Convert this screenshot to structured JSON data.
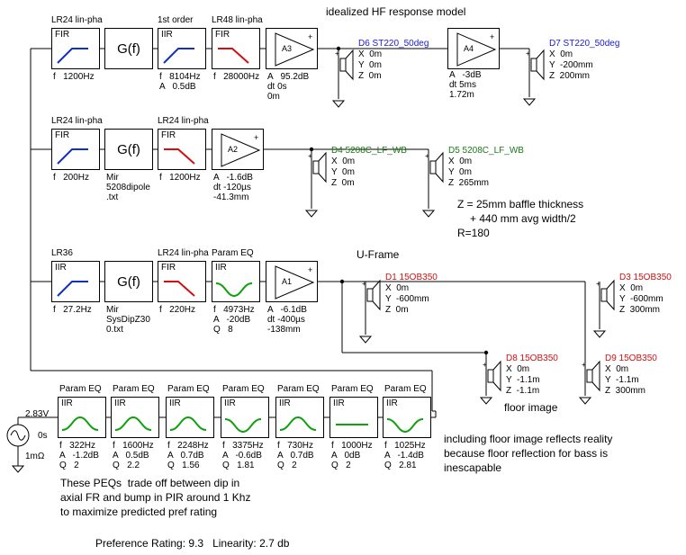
{
  "title": "idealized HF response model",
  "rows": [
    {
      "blocks": [
        {
          "header": "LR24 lin-pha",
          "tag": "FIR",
          "curve": "hp",
          "color": "#1030c0",
          "params": [
            "f   1200Hz"
          ]
        },
        {
          "header": "",
          "tag": "G(f)",
          "curve": "gf",
          "color": "#000",
          "params": []
        },
        {
          "header": "1st order",
          "tag": "IIR",
          "curve": "hp",
          "color": "#1030c0",
          "params": [
            "f   8104Hz",
            "A   0.5dB"
          ]
        },
        {
          "header": "LR48 lin-pha",
          "tag": "FIR",
          "curve": "lp",
          "color": "#d01010",
          "params": [
            "f   28000Hz"
          ]
        },
        {
          "header": "",
          "tag": "A3",
          "curve": "amp",
          "color": "#000",
          "params": [
            "A   95.2dB",
            "dt 0s",
            "0m"
          ]
        }
      ]
    },
    {
      "blocks": [
        {
          "header": "LR24 lin-pha",
          "tag": "FIR",
          "curve": "hp",
          "color": "#1030c0",
          "params": [
            "f   200Hz"
          ]
        },
        {
          "header": "",
          "tag": "G(f)",
          "curve": "gf",
          "color": "#000",
          "params": [
            "Mir",
            "5208dipole",
            ".txt"
          ]
        },
        {
          "header": "LR24 lin-pha",
          "tag": "FIR",
          "curve": "lp",
          "color": "#d01010",
          "params": [
            "f   1200Hz"
          ]
        },
        {
          "header": "",
          "tag": "A2",
          "curve": "amp",
          "color": "#000",
          "params": [
            "A   -1.6dB",
            "dt -120µs",
            "-41.3mm"
          ]
        }
      ]
    },
    {
      "blocks": [
        {
          "header": "LR36",
          "tag": "IIR",
          "curve": "hp",
          "color": "#1030c0",
          "params": [
            "f   27.2Hz"
          ]
        },
        {
          "header": "",
          "tag": "G(f)",
          "curve": "gf",
          "color": "#000",
          "params": [
            "Mir",
            "SysDipZ30",
            "0.txt"
          ]
        },
        {
          "header": "LR24 lin-pha",
          "tag": "FIR",
          "curve": "lp",
          "color": "#d01010",
          "params": [
            "f   220Hz"
          ]
        },
        {
          "header": "Param EQ",
          "tag": "IIR",
          "curve": "dip",
          "color": "#10a010",
          "params": [
            "f   4973Hz",
            "A   -20dB",
            "Q   8"
          ]
        },
        {
          "header": "",
          "tag": "A1",
          "curve": "amp",
          "color": "#000",
          "params": [
            "A   -6.1dB",
            "dt -400µs",
            "-138mm"
          ]
        }
      ]
    }
  ],
  "a4": {
    "tag": "A4",
    "params": [
      "A   -3dB",
      "dt 5ms",
      "1.72m"
    ]
  },
  "speakers": [
    {
      "name": "D6 ST220_50deg",
      "color": "#1a1ad0",
      "coords": [
        "X  0m",
        "Y  0m",
        "Z  0m"
      ]
    },
    {
      "name": "D7 ST220_50deg",
      "color": "#1a1ad0",
      "coords": [
        "X  0m",
        "Y  -200mm",
        "Z  200mm"
      ]
    },
    {
      "name": "D4 5208C_LF_WB",
      "color": "#1a7a1a",
      "coords": [
        "X  0m",
        "Y  0m",
        "Z  0m"
      ]
    },
    {
      "name": "D5 5208C_LF_WB",
      "color": "#1a7a1a",
      "coords": [
        "X  0m",
        "Y  0m",
        "Z  265mm"
      ]
    },
    {
      "name": "D1 15OB350",
      "color": "#d01010",
      "coords": [
        "X  0m",
        "Y  -600mm",
        "Z  0m"
      ]
    },
    {
      "name": "D3 15OB350",
      "color": "#d01010",
      "coords": [
        "X  0m",
        "Y  -600mm",
        "Z  300mm"
      ]
    },
    {
      "name": "D8 15OB350",
      "color": "#d01010",
      "coords": [
        "X  0m",
        "Y  -1.1m",
        "Z  -1.1m"
      ]
    },
    {
      "name": "D9 15OB350",
      "color": "#d01010",
      "coords": [
        "X  0m",
        "Y  -1.1m",
        "Z  300mm"
      ]
    }
  ],
  "peqs": [
    {
      "header": "Param EQ",
      "tag": "IIR",
      "curve": "bump",
      "params": [
        "f   322Hz",
        "A   -1.2dB",
        "Q   2"
      ]
    },
    {
      "header": "Param EQ",
      "tag": "IIR",
      "curve": "bump",
      "params": [
        "f   1600Hz",
        "A   0.5dB",
        "Q   2.2"
      ]
    },
    {
      "header": "Param EQ",
      "tag": "IIR",
      "curve": "bump",
      "params": [
        "f   2248Hz",
        "A   0.7dB",
        "Q   1.56"
      ]
    },
    {
      "header": "Param EQ",
      "tag": "IIR",
      "curve": "dip",
      "params": [
        "f   3375Hz",
        "A   -0.6dB",
        "Q   1.81"
      ]
    },
    {
      "header": "Param EQ",
      "tag": "IIR",
      "curve": "bump",
      "params": [
        "f   730Hz",
        "A   0.7dB",
        "Q   2"
      ]
    },
    {
      "header": "Param EQ",
      "tag": "IIR",
      "curve": "flat",
      "params": [
        "f   1000Hz",
        "A   0dB",
        "Q   2"
      ]
    },
    {
      "header": "Param EQ",
      "tag": "IIR",
      "curve": "dip",
      "params": [
        "f   1025Hz",
        "A   -1.4dB",
        "Q   2.81"
      ]
    }
  ],
  "source": {
    "level": "2.83V",
    "dt": "0s",
    "impedance": "1mΩ"
  },
  "notes": {
    "baffle1": "Z = 25mm baffle thickness",
    "baffle2": "+ 440 mm avg width/2",
    "baffle3": "R=180",
    "uframe": "U-Frame",
    "floor": "floor image",
    "reality1": "including floor image reflects reality",
    "reality2": "because floor reflection for bass is",
    "reality3": "inescapable",
    "peq1": "These PEQs  trade off between dip in",
    "peq2": "axial FR and bump in PIR around 1 Khz",
    "peq3": "to maximize predicted pref rating",
    "rating": "Preference Rating: 9.3   Linearity: 2.7 db"
  },
  "colors": {
    "blue": "#1030c0",
    "red": "#d01010",
    "green": "#10a010",
    "line": "#000000"
  }
}
